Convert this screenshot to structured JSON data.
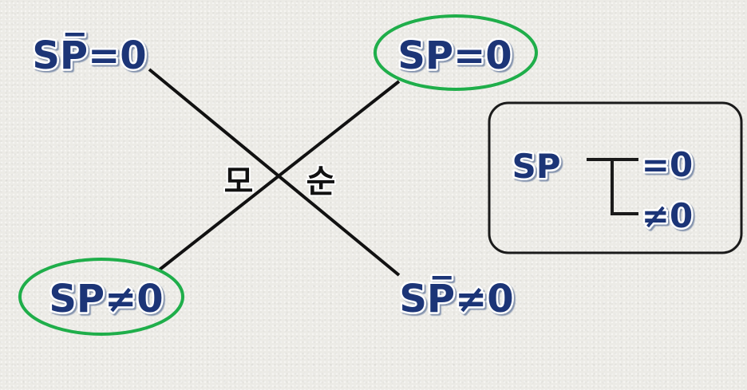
{
  "labels": {
    "top_left": "SP̅=0",
    "top_right": "SP=0",
    "bottom_left": "SP≠0",
    "bottom_right": "SP̅≠0",
    "contradiction_left": "모",
    "contradiction_right": "순"
  },
  "legend": {
    "sp": "SP",
    "eq_zero": "=0",
    "neq_zero": "≠0"
  },
  "colors": {
    "label_text": "#1d3577",
    "highlight_ellipse": "#1fae4a",
    "line": "#111111"
  }
}
